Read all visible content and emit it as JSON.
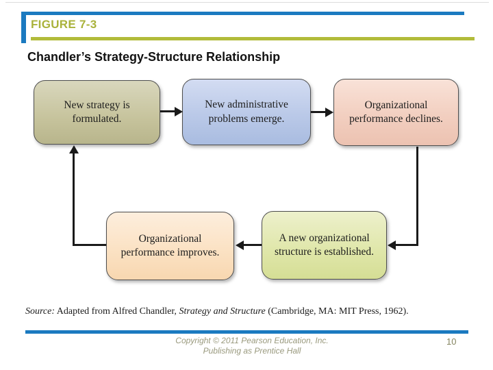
{
  "figure": {
    "label": "FIGURE 7-3"
  },
  "title": "Chandler’s Strategy-Structure Relationship",
  "diagram": {
    "boxes": [
      {
        "id": "new-strategy",
        "label": "New strategy is formulated."
      },
      {
        "id": "admin-problems",
        "label": "New administrative problems emerge."
      },
      {
        "id": "performance-declines",
        "label": "Organizational performance declines."
      },
      {
        "id": "performance-improves",
        "label": "Organizational performance improves."
      },
      {
        "id": "new-structure",
        "label": "A new organizational structure is established."
      }
    ],
    "flow": [
      "new-strategy -> admin-problems",
      "admin-problems -> performance-declines",
      "performance-declines -> new-structure",
      "new-structure -> performance-improves",
      "performance-improves -> new-strategy"
    ]
  },
  "source": {
    "prefix": "Source:",
    "text_before_book": " Adapted from Alfred Chandler, ",
    "book_title": "Strategy and Structure",
    "text_after_book": " (Cambridge, MA: MIT Press, 1962)."
  },
  "footer": {
    "line1": "Copyright © 2011 Pearson Education, Inc.",
    "line2": "Publishing as Prentice Hall",
    "page_number": "10"
  },
  "colors": {
    "accent_blue": "#1b7ac0",
    "accent_olive": "#a9b23a",
    "box_olive": "#c6c39c",
    "box_blue": "#bac9e8",
    "box_pink": "#f2cfc0",
    "box_apricot": "#fbe2c4",
    "box_green": "#e0e7ab",
    "arrow": "#1a1a1a",
    "footer_text": "#99997d"
  }
}
